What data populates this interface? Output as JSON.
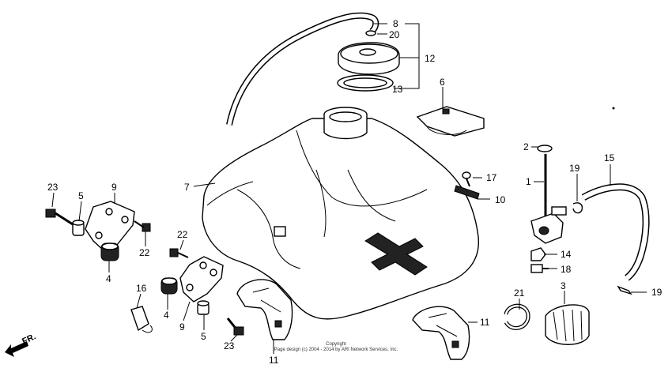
{
  "diagram": {
    "callouts": {
      "c8": "8",
      "c20": "20",
      "c12": "12",
      "c13": "13",
      "c6": "6",
      "c7": "7",
      "c2": "2",
      "c1": "1",
      "c19a": "19",
      "c15": "15",
      "c17": "17",
      "c10": "10",
      "c14": "14",
      "c18": "18",
      "c3": "3",
      "c21": "21",
      "c19b": "19",
      "c23a": "23",
      "c5a": "5",
      "c9a": "9",
      "c22a": "22",
      "c4a": "4",
      "c22b": "22",
      "c16": "16",
      "c4b": "4",
      "c9b": "9",
      "c5b": "5",
      "c23b": "23",
      "c11a": "11",
      "c11b": "11"
    },
    "direction_label": "FR.",
    "copyright_line1": "Copyright",
    "copyright_line2": "Page design (c) 2004 - 2014 by ARI Network Services, Inc."
  }
}
